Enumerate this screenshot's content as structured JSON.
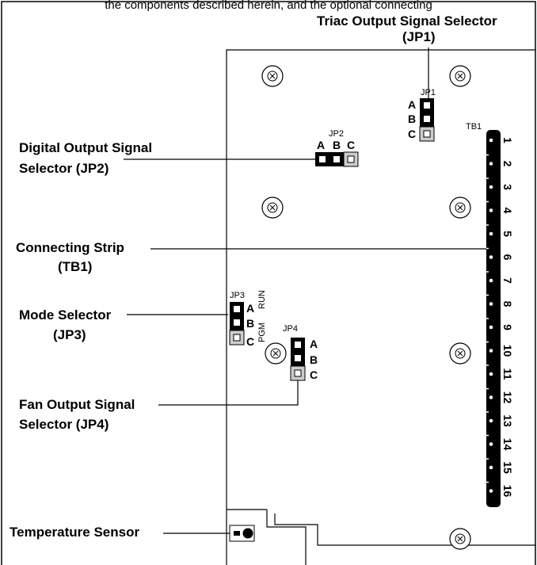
{
  "header": {
    "note": "the components described herein, and the optional connecting"
  },
  "callouts": {
    "triac_line1": "Triac Output Signal Selector",
    "triac_line2": "(JP1)",
    "digital_line1": "Digital Output Signal",
    "digital_line2": "Selector (JP2)",
    "strip_line1": "Connecting Strip",
    "strip_line2": "(TB1)",
    "mode_line1": "Mode Selector",
    "mode_line2": "(JP3)",
    "fan_line1": "Fan Output Signal",
    "fan_line2": "Selector (JP4)",
    "temp_line1": "Temperature Sensor"
  },
  "jumpers": {
    "jp1": {
      "label": "JP1",
      "pins": [
        "A",
        "B",
        "C"
      ]
    },
    "jp2": {
      "label": "JP2",
      "pins": [
        "A",
        "B",
        "C"
      ]
    },
    "jp3": {
      "label": "JP3",
      "pins": [
        "A",
        "B",
        "C"
      ],
      "run_label": "RUN",
      "pgm_label": "PGM"
    },
    "jp4": {
      "label": "JP4",
      "pins": [
        "A",
        "B",
        "C"
      ]
    }
  },
  "terminal_block": {
    "label": "TB1",
    "terminals": [
      "1",
      "2",
      "3",
      "4",
      "5",
      "6",
      "7",
      "8",
      "9",
      "10",
      "11",
      "12",
      "13",
      "14",
      "15",
      "16"
    ]
  },
  "icons": [
    "mounting-screw-icon"
  ],
  "colors": {
    "line": "#000000",
    "background": "#ffffff",
    "pin_fill": "#cccccc"
  }
}
